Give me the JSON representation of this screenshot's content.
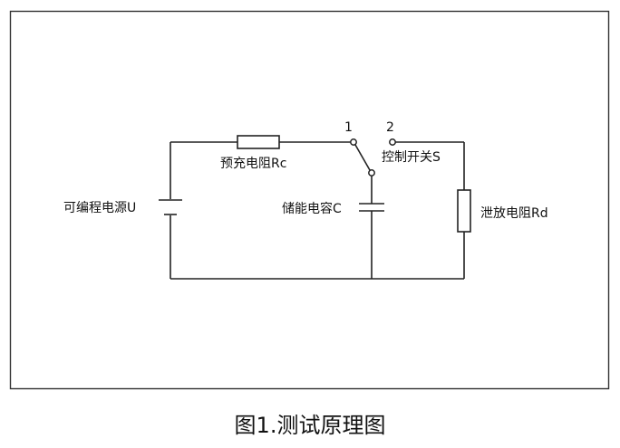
{
  "labels": {
    "source": "可编程电源U",
    "precharge_resistor": "预充电阻Rc",
    "capacitor": "储能电容C",
    "switch": "控制开关S",
    "discharge_resistor": "泄放电阻Rd",
    "switch_pos_1": "1",
    "switch_pos_2": "2"
  },
  "caption": "图1.测试原理图"
}
